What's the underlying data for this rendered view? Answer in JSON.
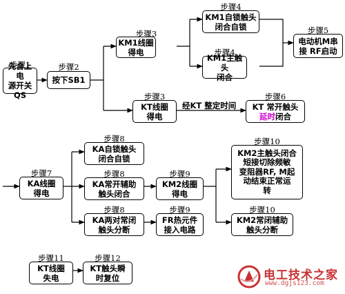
{
  "diagram": {
    "top": {
      "s1": {
        "step": "步骤1",
        "text": "先合上电\n源开关QS"
      },
      "s2": {
        "step": "步骤2",
        "text": "按下SB1"
      },
      "s3a": {
        "step": "步骤3",
        "text": "KM1线圈\n得电"
      },
      "s4a": {
        "step": "步骤4",
        "text": "KM1自锁触头\n闭合自锁"
      },
      "s4b": {
        "step": "步骤4",
        "text": "KM1主触头\n闭合"
      },
      "s5": {
        "step": "步骤5",
        "text": "电动机M串\n接 RF启动"
      },
      "s3b": {
        "step": "步骤3",
        "text": "KT线圈\n得电"
      },
      "edge_label": "经KT 整定时间",
      "s6": {
        "step": "步骤6",
        "text_line1": "KT 常开触头",
        "text_hl": "延时",
        "text_line2_rest": "闭合"
      }
    },
    "middle": {
      "s7": {
        "step": "步骤7",
        "text": "KA线圈\n得电"
      },
      "s8a": {
        "step": "步骤8",
        "text": "KA自锁触头\n闭合自锁"
      },
      "s8b": {
        "step": "步骤8",
        "text": "KA常开辅助\n触头闭合"
      },
      "s8c": {
        "step": "步骤8",
        "text": "KA两对常闭\n触头分断"
      },
      "s9a": {
        "step": "步骤9",
        "text": "KM2线圈\n得电"
      },
      "s9b": {
        "step": "步骤9",
        "text": "FR热元件\n接入电路"
      },
      "s10a": {
        "step": "步骤10",
        "text": "KM2主触头闭合\n短接切除频敏\n变阻器RF, M起\n动结束正常运\n转"
      },
      "s10b": {
        "step": "步骤10",
        "text": "KM2常闭辅助\n触头分断"
      }
    },
    "bottom": {
      "s11": {
        "step": "步骤11",
        "text": "KT线圈\n失电"
      },
      "s12": {
        "step": "步骤12",
        "text": "KT触头瞬\n时复位"
      }
    }
  },
  "watermark": {
    "name": "电工技术之家",
    "url": "www.dgjs123.com",
    "colors": {
      "logo": "#c83232",
      "text": "#c83232"
    }
  }
}
